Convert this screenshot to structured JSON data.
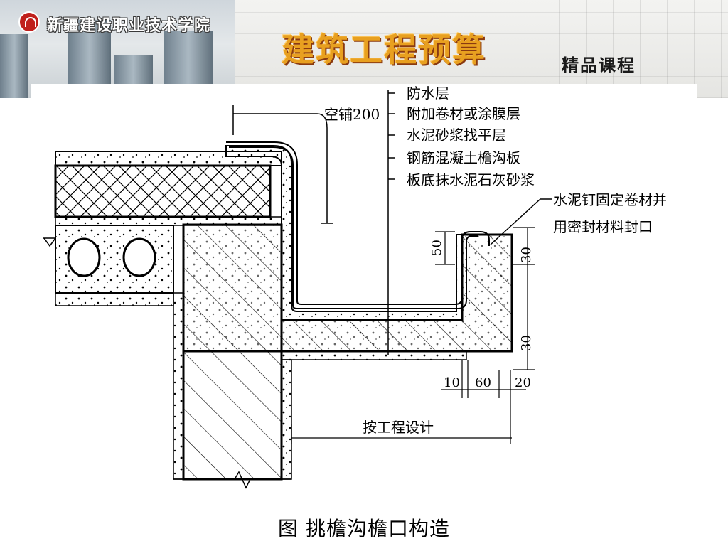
{
  "header": {
    "school_name": "新疆建设职业技术学院",
    "course_title": "建筑工程预算",
    "course_subtitle": "精品课程"
  },
  "diagram": {
    "label_empty_paving": "空铺200",
    "layers": [
      "防水层",
      "附加卷材或涂膜层",
      "水泥砂浆找平层",
      "钢筋混凝土檐沟板",
      "板底抹水泥石灰砂浆"
    ],
    "note_line1": "水泥钉固定卷材并",
    "note_line2": "用密封材料封口",
    "dim_50": "50",
    "dim_30_top": "30",
    "dim_30_bottom": "30",
    "dim_10": "10",
    "dim_60": "60",
    "dim_20": "20",
    "design_note": "按工程设计"
  },
  "caption": "图  挑檐沟檐口构造",
  "colors": {
    "accent": "#e8a020",
    "logo": "#c0201c"
  }
}
